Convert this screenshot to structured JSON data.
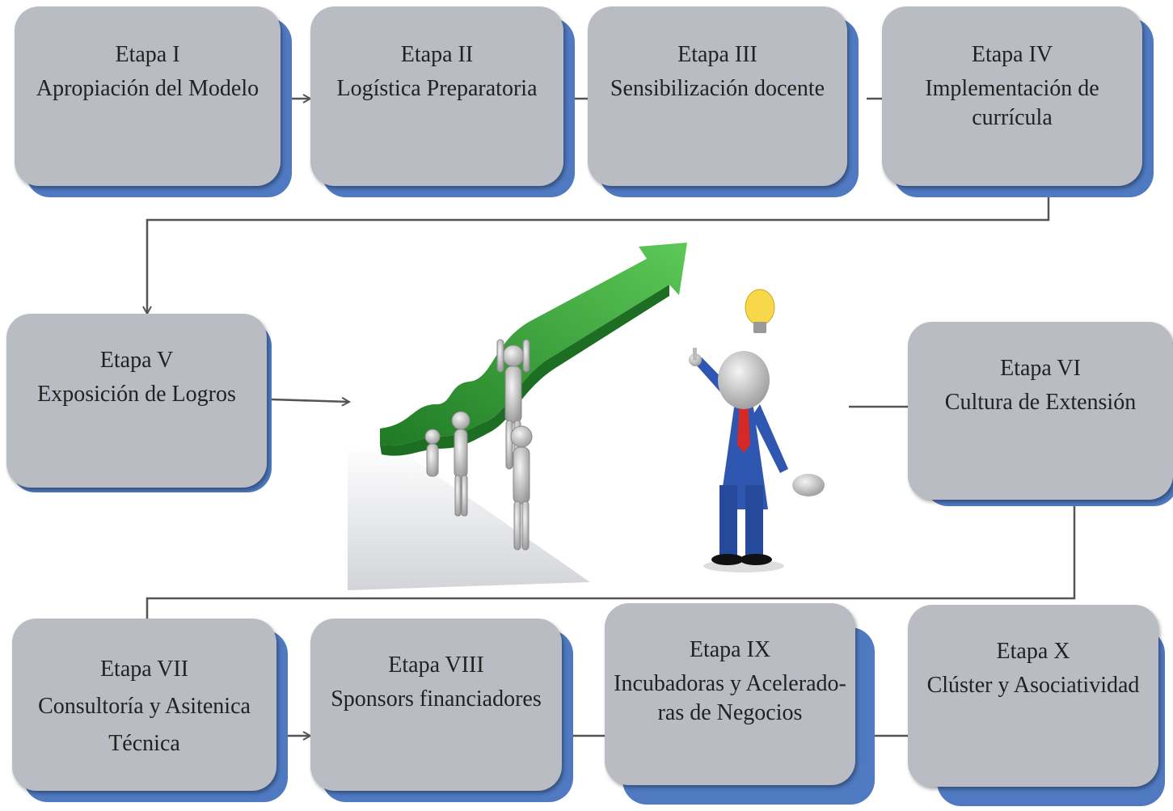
{
  "stages": [
    {
      "etapa": "Etapa I",
      "lines": [
        "Apropiación del Modelo"
      ]
    },
    {
      "etapa": "Etapa II",
      "lines": [
        "Logística Preparatoria"
      ]
    },
    {
      "etapa": "Etapa III",
      "lines": [
        "Sensibilización docente"
      ]
    },
    {
      "etapa": "Etapa IV",
      "lines": [
        "Implementación de",
        "currícula"
      ]
    },
    {
      "etapa": "Etapa V",
      "lines": [
        "Exposición de Logros"
      ]
    },
    {
      "etapa": "Etapa VI",
      "lines": [
        "Cultura de Extensión"
      ]
    },
    {
      "etapa": "Etapa VII",
      "lines": [
        "Consultoría y Asitenica",
        "Técnica"
      ]
    },
    {
      "etapa": "Etapa VIII",
      "lines": [
        "Sponsors financiadores"
      ]
    },
    {
      "etapa": "Etapa IX",
      "lines": [
        "Incubadoras y Acelerado-",
        "ras de Negocios"
      ]
    },
    {
      "etapa": "Etapa X",
      "lines": [
        "Clúster y Asociatividad"
      ]
    }
  ],
  "colors": {
    "card": "#b9bcc3",
    "card_shadow": "#4f79c0",
    "connector": "#555555",
    "arrow": "#3aa63a",
    "suit": "#2f56b0",
    "tie": "#d62828",
    "bulb": "#f6d84a"
  }
}
